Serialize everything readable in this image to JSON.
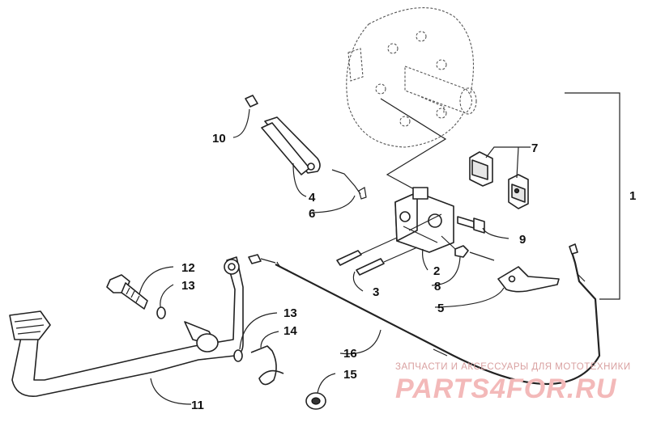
{
  "callouts": [
    {
      "id": "1",
      "label": "1"
    },
    {
      "id": "2",
      "label": "2"
    },
    {
      "id": "3",
      "label": "3"
    },
    {
      "id": "4",
      "label": "4"
    },
    {
      "id": "5",
      "label": "5"
    },
    {
      "id": "6",
      "label": "6"
    },
    {
      "id": "7",
      "label": "7"
    },
    {
      "id": "8",
      "label": "8"
    },
    {
      "id": "9",
      "label": "9"
    },
    {
      "id": "10",
      "label": "10"
    },
    {
      "id": "11",
      "label": "11"
    },
    {
      "id": "12",
      "label": "12"
    },
    {
      "id": "13a",
      "label": "13"
    },
    {
      "id": "13b",
      "label": "13"
    },
    {
      "id": "14",
      "label": "14"
    },
    {
      "id": "15",
      "label": "15"
    },
    {
      "id": "16",
      "label": "16"
    }
  ],
  "watermark": {
    "tagline": "ЗАПЧАСТИ И АКСЕССУАРЫ ДЛЯ МОТОТЕХНИКИ",
    "brand": "PARTS4FOR.RU"
  },
  "colors": {
    "line": "#222222",
    "watermark_text": "#f3b9b9"
  }
}
